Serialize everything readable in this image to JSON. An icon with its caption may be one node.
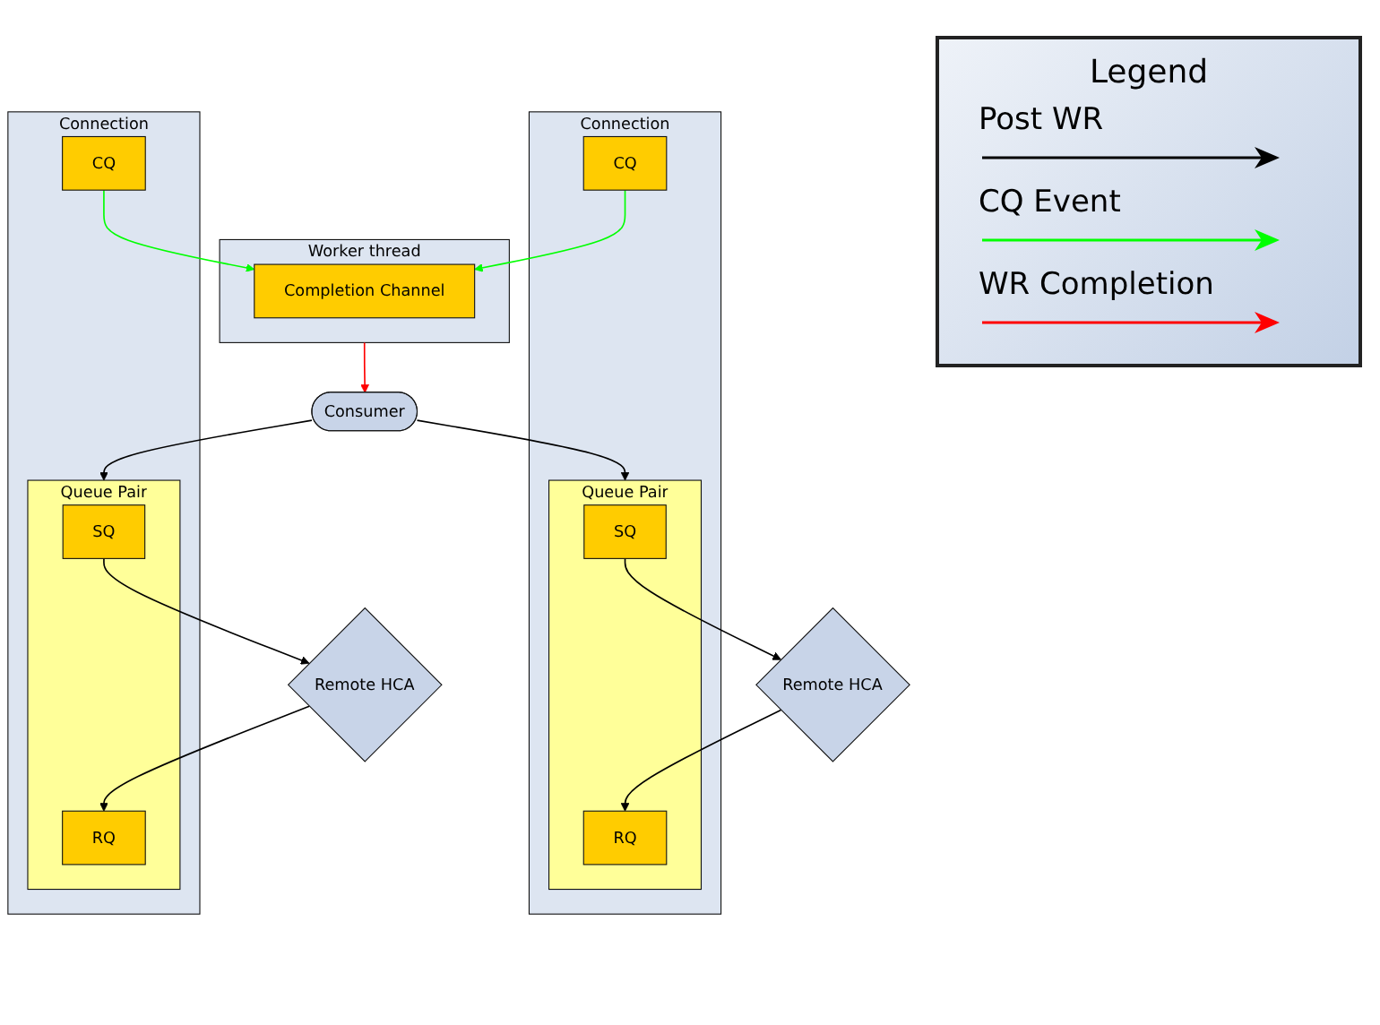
{
  "diagram": {
    "nodes": [
      {
        "text": [
          "Consumer"
        ]
      },
      {
        "text": [
          "Worker thread"
        ]
      },
      {
        "text": [
          "Completion Channel"
        ],
        "in": 1
      },
      {
        "text": [
          "Connection"
        ]
      },
      {
        "text": [
          "Queue Pair"
        ],
        "in": 3
      },
      {
        "text": [
          "SQ"
        ],
        "in": 4
      },
      {
        "text": [
          "RQ"
        ],
        "in": 4
      },
      {
        "text": [
          "CQ"
        ],
        "in": 3
      },
      {
        "text": [
          "Connection"
        ]
      },
      {
        "text": [
          "Queue Pair"
        ],
        "in": 8
      },
      {
        "text": [
          "SQ"
        ],
        "in": 9
      },
      {
        "text": [
          "RQ"
        ],
        "in": 9
      },
      {
        "text": [
          "CQ"
        ],
        "in": 8
      },
      {
        "text": [
          "Remote HCA"
        ]
      },
      {
        "text": [
          "Remote HCA"
        ]
      }
    ],
    "edges": [
      {
        "from": 1,
        "to": 0,
        "arrow": "to",
        "color": "#ff0000"
      },
      {
        "from": 0,
        "to": 4,
        "arrow": "to"
      },
      {
        "from": 0,
        "to": 9,
        "arrow": "to"
      },
      {
        "from": 7,
        "to": 2,
        "arrow": "to",
        "color": "#00ff00"
      },
      {
        "from": 12,
        "to": 2,
        "arrow": "to",
        "color": "#00ff00"
      },
      {
        "from": 5,
        "to": 13,
        "arrow": "to"
      },
      {
        "from": 13,
        "to": 6,
        "arrow": "to"
      },
      {
        "from": 10,
        "to": 14,
        "arrow": "to"
      },
      {
        "from": 14,
        "to": 11,
        "arrow": "to"
      }
    ],
    "labels": [
      "Legend"
    ],
    "legend": [
      {
        "text": "Post WR",
        "color": "#000000"
      },
      {
        "text": "CQ Event",
        "color": "#00ff00"
      },
      {
        "text": "WR Completion",
        "color": "#ff0000"
      }
    ]
  }
}
